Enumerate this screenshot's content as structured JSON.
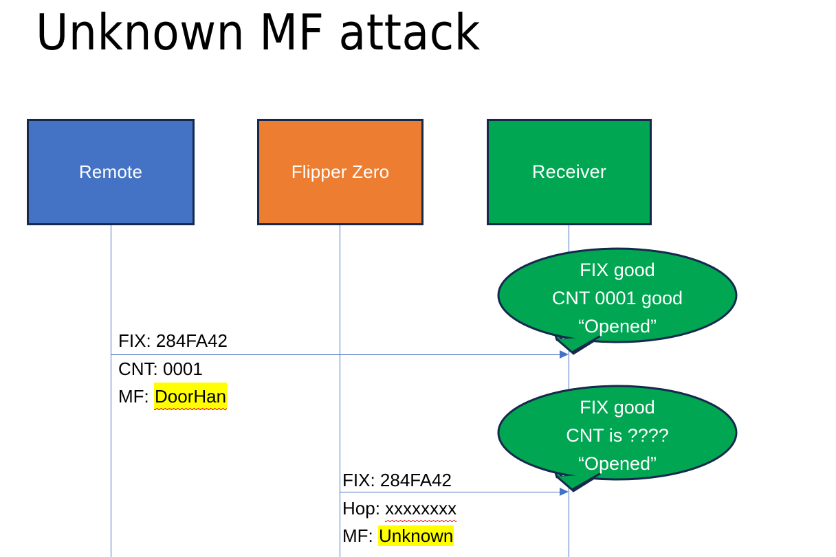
{
  "slide": {
    "title": "Unknown MF attack",
    "background": "#ffffff"
  },
  "colors": {
    "remote": "#4472C4",
    "flipper": "#ED7D31",
    "receiver": "#00A651",
    "box_border": "#16294D",
    "lifeline": "#4472C4",
    "highlight": "#FFFF00",
    "spellcheck_underline": "#E02020",
    "text": "#000000",
    "callout_text": "#FFFFFF"
  },
  "actors": [
    {
      "id": "remote",
      "label": "Remote"
    },
    {
      "id": "flipper",
      "label": "Flipper Zero"
    },
    {
      "id": "receiver",
      "label": "Receiver"
    }
  ],
  "messages": [
    {
      "id": "msg1",
      "from": "remote",
      "to": "receiver",
      "above": [
        "FIX: 284FA42"
      ],
      "below_line1_prefix": "CNT: 0001",
      "below_line2_prefix": "MF: ",
      "below_line2_value": "DoorHan",
      "below_line2_highlighted": true,
      "below_line2_spellchecked": true
    },
    {
      "id": "msg2",
      "from": "flipper",
      "to": "receiver",
      "above": [
        "FIX: 284FA42"
      ],
      "below_line1_prefix": "Hop: ",
      "below_line1_value": "xxxxxxxx",
      "below_line1_spellchecked": true,
      "below_line2_prefix": "MF: ",
      "below_line2_value": "Unknown",
      "below_line2_highlighted": true
    }
  ],
  "callouts": [
    {
      "id": "callout1",
      "attached_to": "msg1",
      "lines": [
        "FIX good",
        "CNT 0001 good",
        "“Opened”"
      ]
    },
    {
      "id": "callout2",
      "attached_to": "msg2",
      "lines": [
        "FIX good",
        "CNT is ????",
        "“Opened”"
      ]
    }
  ]
}
